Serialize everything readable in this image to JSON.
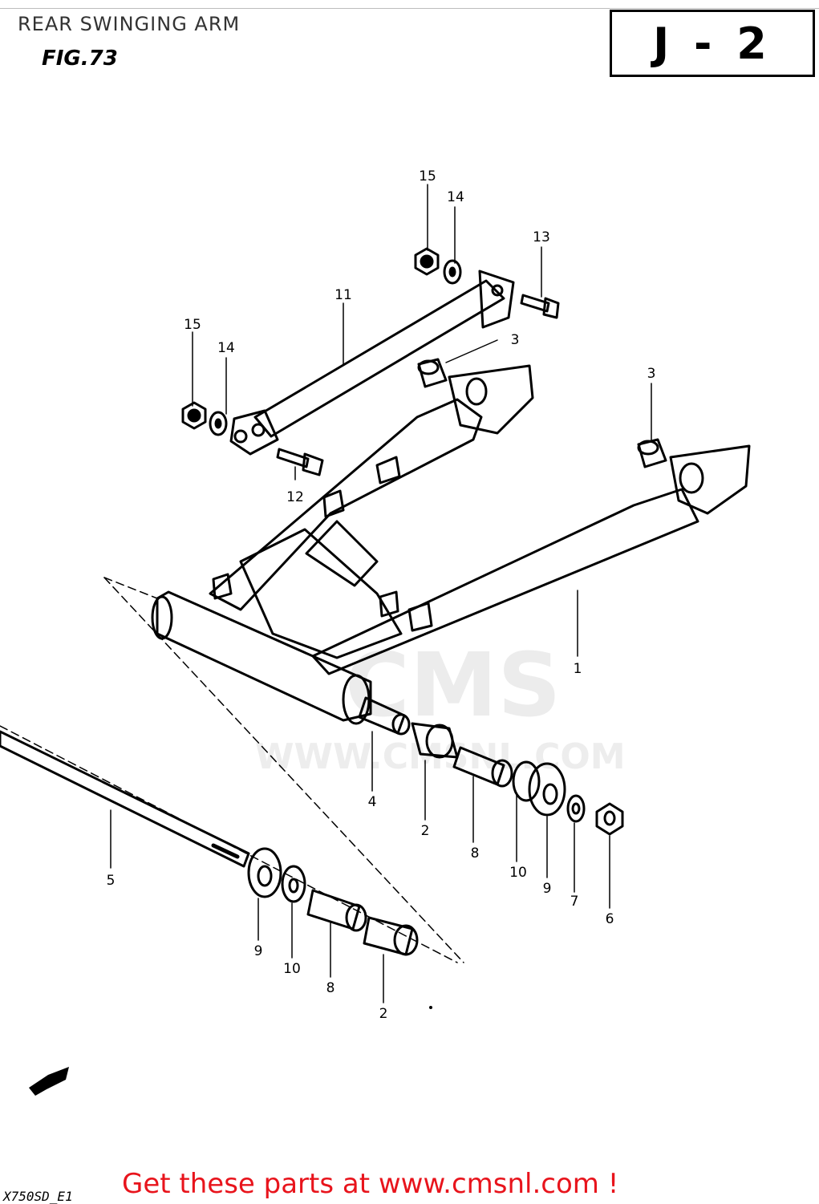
{
  "header": {
    "title": "REAR SWINGING ARM",
    "figure": "FIG.73",
    "ref_code": "J - 2"
  },
  "watermark": {
    "logo_text": "CMS",
    "url_text": "WWW.CMSNL.COM"
  },
  "callouts": {
    "c15a": "15",
    "c14a": "14",
    "c13": "13",
    "c11": "11",
    "c15b": "15",
    "c14b": "14",
    "c3a": "3",
    "c3b": "3",
    "c12": "12",
    "c1": "1",
    "c4": "4",
    "c2a": "2",
    "c8a": "8",
    "c10a": "10",
    "c9a": "9",
    "c7": "7",
    "c6": "6",
    "c5": "5",
    "c9b": "9",
    "c10b": "10",
    "c8b": "8",
    "c2b": "2"
  },
  "footer": {
    "model_code": "X750SD_E1",
    "cta": "Get these parts at www.cmsnl.com !"
  }
}
